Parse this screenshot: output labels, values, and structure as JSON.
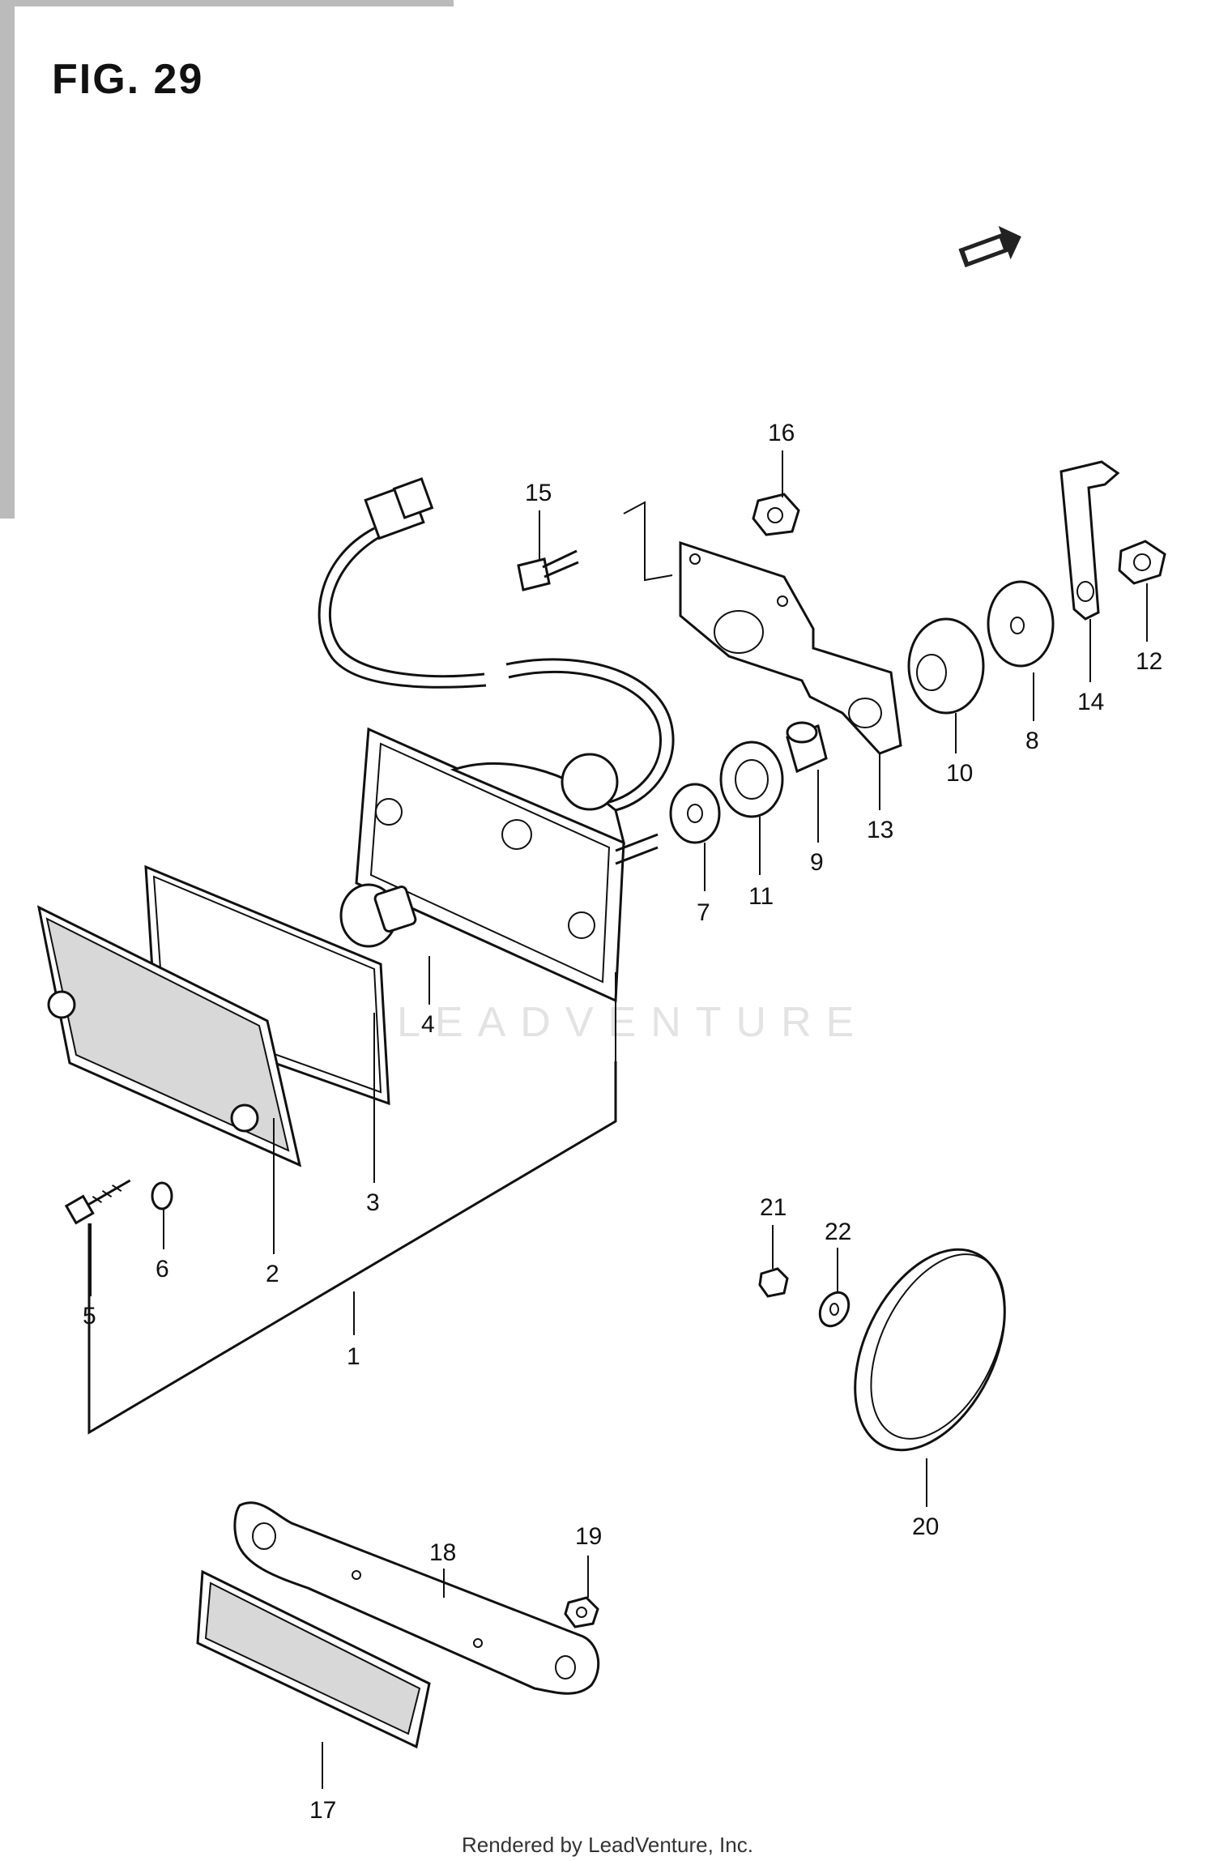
{
  "figure": {
    "title": "FIG. 29"
  },
  "watermark": "LEADVENTURE",
  "footer": "Rendered by LeadVenture, Inc.",
  "callouts": [
    "1",
    "2",
    "3",
    "4",
    "5",
    "6",
    "7",
    "8",
    "9",
    "10",
    "11",
    "12",
    "13",
    "14",
    "15",
    "16",
    "17",
    "18",
    "19",
    "20",
    "21",
    "22"
  ],
  "parts": [
    {
      "id": "tail-light-assembly",
      "callout": "1"
    },
    {
      "id": "lens",
      "callout": "2"
    },
    {
      "id": "gasket",
      "callout": "3"
    },
    {
      "id": "bulb",
      "callout": "4"
    },
    {
      "id": "lens-screw",
      "callout": "5"
    },
    {
      "id": "screw-washer",
      "callout": "6"
    },
    {
      "id": "washer",
      "callout": "7"
    },
    {
      "id": "washer-large",
      "callout": "8"
    },
    {
      "id": "spacer",
      "callout": "9"
    },
    {
      "id": "cushion-outer",
      "callout": "10"
    },
    {
      "id": "cushion-inner",
      "callout": "11"
    },
    {
      "id": "nut",
      "callout": "12"
    },
    {
      "id": "bracket",
      "callout": "13"
    },
    {
      "id": "clamp",
      "callout": "14"
    },
    {
      "id": "bracket-bolt",
      "callout": "15"
    },
    {
      "id": "bracket-nut",
      "callout": "16"
    },
    {
      "id": "reflector-side",
      "callout": "17"
    },
    {
      "id": "reflector-bracket",
      "callout": "18"
    },
    {
      "id": "reflector-nut",
      "callout": "19"
    },
    {
      "id": "reflector-round",
      "callout": "20"
    },
    {
      "id": "reflector-round-nut",
      "callout": "21"
    },
    {
      "id": "reflector-round-washer",
      "callout": "22"
    }
  ]
}
